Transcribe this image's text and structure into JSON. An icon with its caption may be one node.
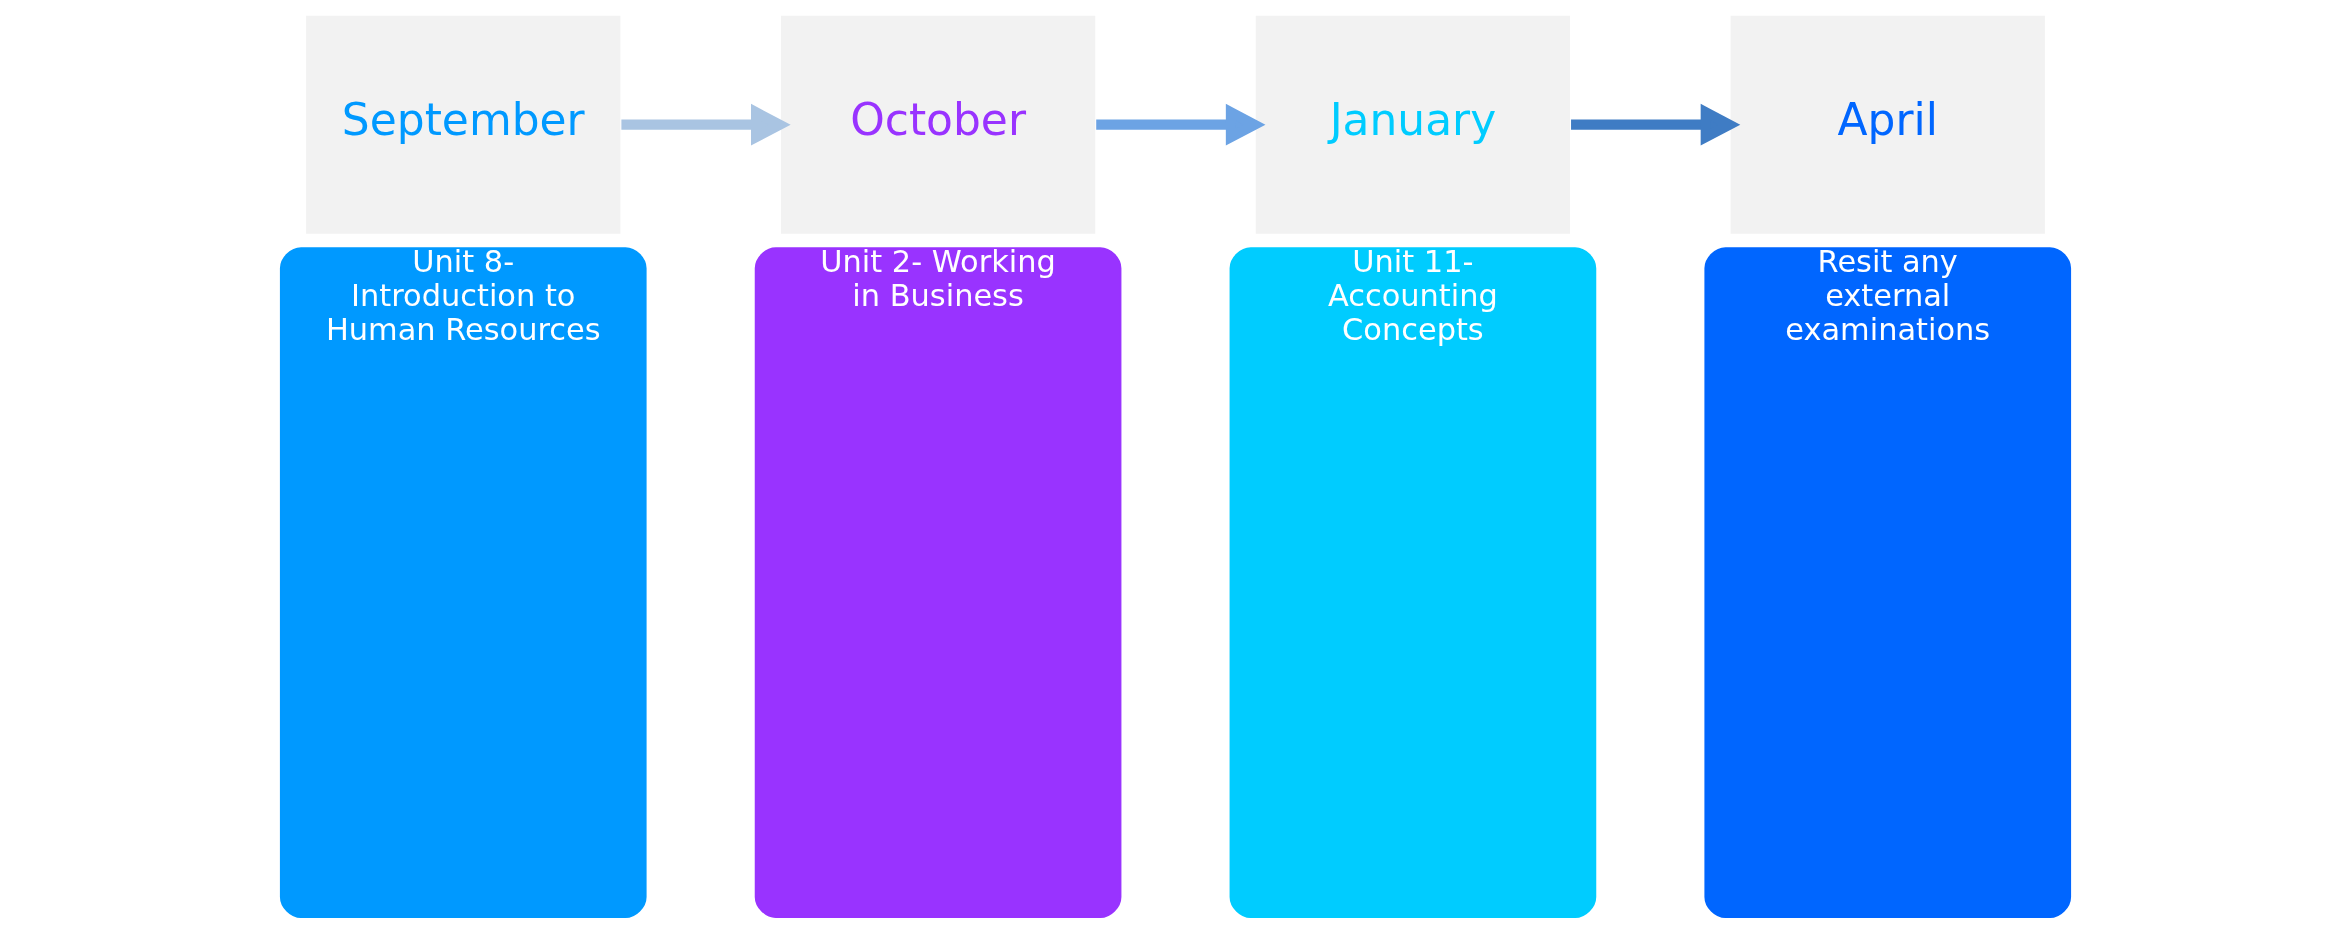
{
  "diagram": {
    "nodes": [
      {
        "text": [
          "September"
        ]
      },
      {
        "text": [
          "Unit 8- Introduction to Human Resources"
        ]
      },
      {
        "text": [
          "October"
        ]
      },
      {
        "text": [
          "Unit 2- Working in Business"
        ]
      },
      {
        "text": [
          "January"
        ]
      },
      {
        "text": [
          "Unit 11- Accounting Concepts"
        ]
      },
      {
        "text": [
          "April"
        ]
      },
      {
        "text": [
          "Resit any external examinations"
        ]
      }
    ],
    "edges": [
      {
        "from": 0,
        "to": 2,
        "arrow": "to",
        "color": "#a9c4e2"
      },
      {
        "from": 2,
        "to": 4,
        "arrow": "to",
        "color": "#6ca3e4"
      },
      {
        "from": 4,
        "to": 6,
        "arrow": "to",
        "color": "#3f7cc4"
      }
    ]
  }
}
